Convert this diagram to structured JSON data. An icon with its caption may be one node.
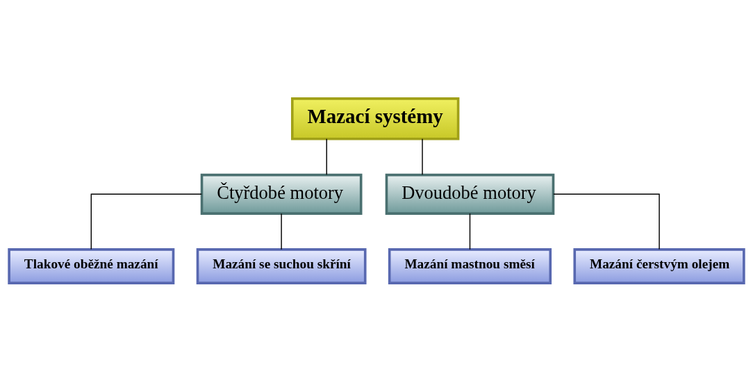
{
  "diagram": {
    "nodes": [
      {
        "text": [
          "Mazací systémy"
        ]
      },
      {
        "text": [
          "Čtyřdobé motory"
        ]
      },
      {
        "text": [
          "Dvoudobé motory"
        ]
      },
      {
        "text": [
          "Tlakové oběžné mazání"
        ]
      },
      {
        "text": [
          "Mazání se suchou skříní"
        ]
      },
      {
        "text": [
          "Mazání mastnou směsí"
        ]
      },
      {
        "text": [
          "Mazání čerstvým olejem"
        ]
      }
    ],
    "edges": [
      {
        "from": 0,
        "to": 1,
        "arrow": "none"
      },
      {
        "from": 0,
        "to": 2,
        "arrow": "none"
      },
      {
        "from": 1,
        "to": 3,
        "arrow": "none"
      },
      {
        "from": 1,
        "to": 4,
        "arrow": "none"
      },
      {
        "from": 2,
        "to": 5,
        "arrow": "none"
      },
      {
        "from": 2,
        "to": 6,
        "arrow": "none"
      }
    ]
  }
}
